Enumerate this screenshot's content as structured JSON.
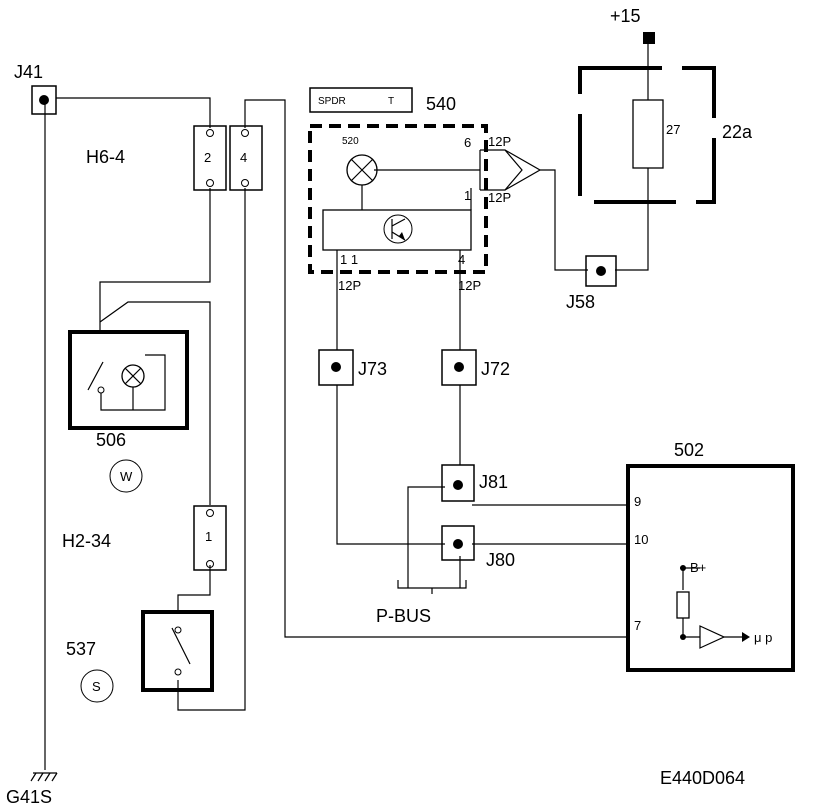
{
  "labels": {
    "j41": "J41",
    "h6_4": "H6-4",
    "h6_pin_2": "2",
    "h6_pin_4": "4",
    "c506": "506",
    "w_symbol": "W",
    "h2_34": "H2-34",
    "h2_pin_1": "1",
    "c537": "537",
    "s_symbol": "S",
    "g41s": "G41S",
    "spdr_left": "SPDR",
    "spdr_right": "T",
    "c540": "540",
    "c520": "520",
    "pin_6": "6",
    "pin_1": "1",
    "pin_11": "1 1",
    "pin_4": "4",
    "conn_12p_a": "12P",
    "conn_12p_b": "12P",
    "conn_12p_c": "12P",
    "conn_12p_d": "12P",
    "plus15": "+15",
    "c22a": "22a",
    "pin_27": "27",
    "j58": "J58",
    "j73": "J73",
    "j72": "J72",
    "j81": "J81",
    "j80": "J80",
    "c502": "502",
    "pin_9": "9",
    "pin_10": "10",
    "pin_7": "7",
    "b_plus": "B+",
    "mu_p": "μ p",
    "p_bus": "P-BUS",
    "figure_id": "E440D064"
  }
}
